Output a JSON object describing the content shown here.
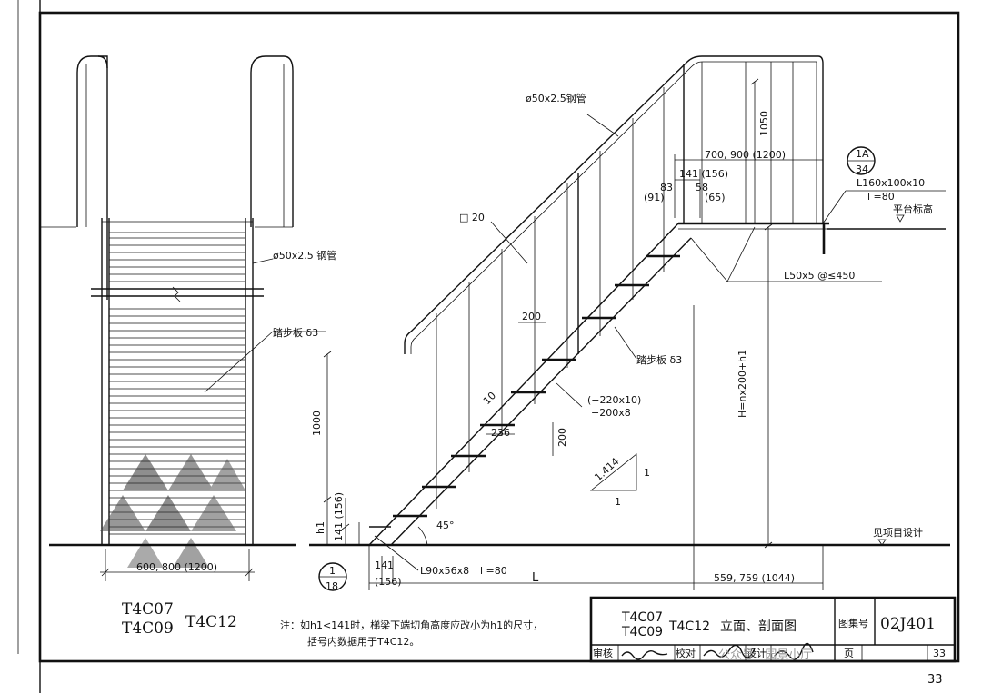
{
  "left_view": {
    "pipe_label": "ø50x2.5 钢管",
    "tread_label": "踏步板 δ3",
    "width_dim": "600, 800 (1200)",
    "models": [
      "T4C07",
      "T4C09",
      "T4C12"
    ]
  },
  "right_view": {
    "pipe_label": "ø50x2.5钢管",
    "square_bar_label": "□ 20",
    "height_1050": "1050",
    "platform_len": "700, 900 (1200)",
    "dim_141_156": "141 (156)",
    "dim_83": "83",
    "dim_58": "58",
    "dim_91": "(91)",
    "dim_65": "(65)",
    "detail_top_num": "1A",
    "detail_top_sheet": "34",
    "angle_label": "L160x100x10",
    "angle_len": "l =80",
    "platform_level": "平台标高",
    "beam_label": "L50x5 @≤450",
    "dim_200_top": "200",
    "tread_label": "踏步板 δ3",
    "stringer_label_1": "(−220x10)",
    "stringer_label_2": "−200x8",
    "dim_10": "10",
    "dim_236": "236",
    "dim_200_riser": "200",
    "slope_1414": "1.414",
    "slope_1a": "1",
    "slope_1b": "1",
    "height_1000": "1000",
    "h_formula": "H=nx200+h1",
    "dim_h1": "h1",
    "dim_141_156_v": "141 (156)",
    "angle_45": "45°",
    "ground_label": "见项目设计",
    "detail_bot_num": "1",
    "detail_bot_sheet": "18",
    "bot_angle_label": "L90x56x8",
    "bot_angle_len": "l =80",
    "dim_141": "141",
    "dim_156": "(156)",
    "dim_L": "L",
    "dim_559": "559, 759 (1044)"
  },
  "note": {
    "line1": "注：如h1<141时，梯梁下端切角高度应改小为h1的尺寸，",
    "line2": "括号内数据用于T4C12。"
  },
  "title_block": {
    "models_a": "T4C07",
    "models_b": "T4C09",
    "models_c": "T4C12",
    "title": "立面、剖面图",
    "atlas_label": "图集号",
    "atlas_no": "02J401",
    "review": "审核",
    "check": "校对",
    "design": "设计",
    "page_label": "页",
    "page_no": "33"
  },
  "page_number": "33",
  "watermark": "公众号 · 园景小厅"
}
